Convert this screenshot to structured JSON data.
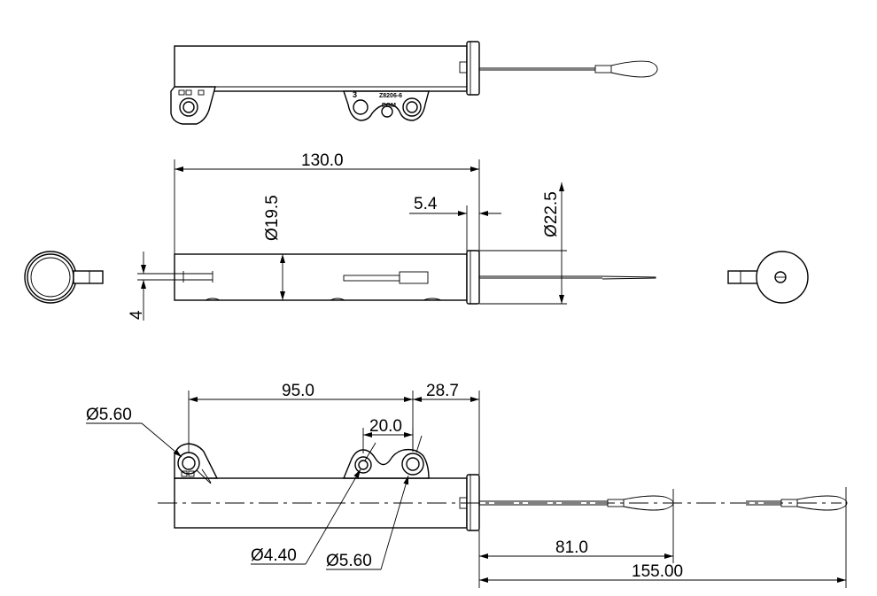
{
  "dimensions": {
    "overall_length": "130.0",
    "tube_diameter": "Ø19.5",
    "end_cap_thickness": "5.4",
    "end_cap_diameter": "Ø22.5",
    "slot_width": "4",
    "hole_spacing_main": "95.0",
    "end_offset": "28.7",
    "hole_spacing_small": "20.0",
    "hole_left": "Ø5.60",
    "hole_mid": "Ø4.40",
    "hole_right": "Ø5.60",
    "cable_length_short": "81.0",
    "cable_length_long": "155.00"
  },
  "part_marking": {
    "position_number": "3",
    "part_code": "Z8206-6",
    "material": "POM"
  }
}
